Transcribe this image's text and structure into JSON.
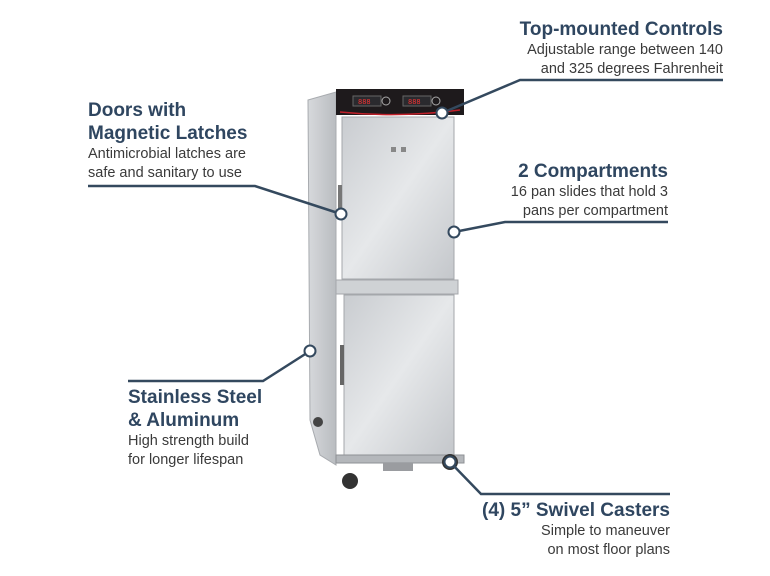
{
  "colors": {
    "heading": "#2f4660",
    "line": "#34495e",
    "steel": "#d4d6d9",
    "panel": "#1e1a1c",
    "accent": "#c0202a"
  },
  "callouts": {
    "controls": {
      "title": "Top-mounted Controls",
      "lines": [
        "Adjustable range between 140",
        "and 325 degrees Fahrenheit"
      ]
    },
    "doors": {
      "title_lines": [
        "Doors with",
        "Magnetic Latches"
      ],
      "lines": [
        "Antimicrobial latches are",
        "safe and sanitary to use"
      ]
    },
    "compartments": {
      "title": "2 Compartments",
      "lines": [
        "16 pan slides that hold 3",
        "pans per compartment"
      ]
    },
    "steel": {
      "title_lines": [
        "Stainless Steel",
        "& Aluminum"
      ],
      "lines": [
        "High strength build",
        "for longer lifespan"
      ]
    },
    "casters": {
      "title": "(4) 5” Swivel Casters",
      "lines": [
        "Simple to maneuver",
        "on most floor plans"
      ]
    }
  }
}
